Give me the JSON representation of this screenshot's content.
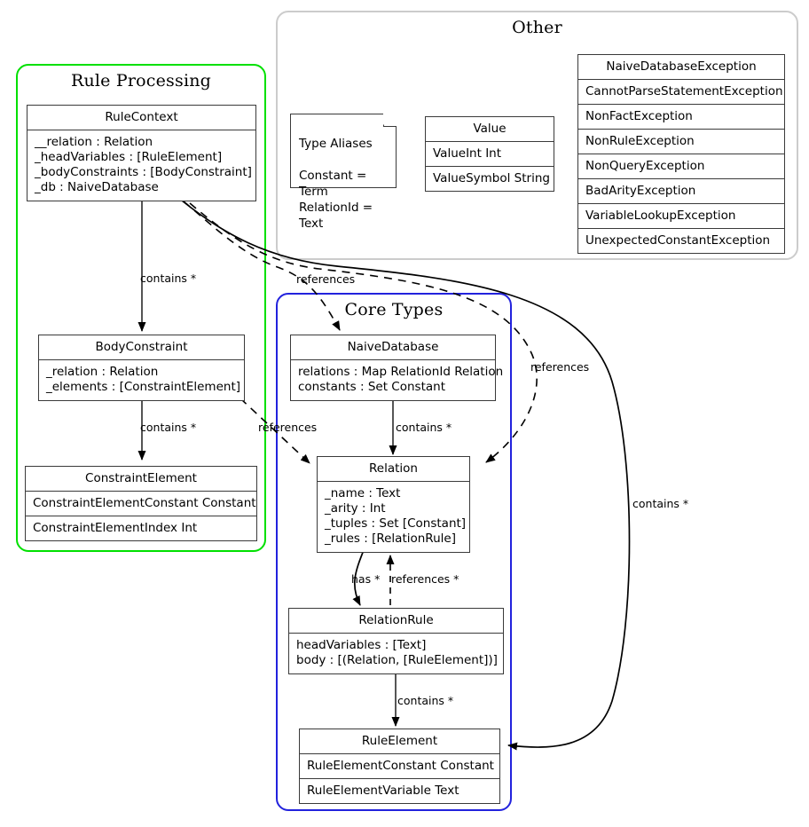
{
  "packages": {
    "rule_processing": {
      "title": "Rule Processing",
      "color": "#00e000"
    },
    "other": {
      "title": "Other",
      "color": "#cccccc"
    },
    "core_types": {
      "title": "Core Types",
      "color": "#2222dd"
    }
  },
  "classes": {
    "rule_context": {
      "name": "RuleContext",
      "attrs": [
        "__relation : Relation",
        "_headVariables : [RuleElement]",
        "_bodyConstraints : [BodyConstraint]",
        "_db : NaiveDatabase"
      ]
    },
    "body_constraint": {
      "name": "BodyConstraint",
      "attrs": [
        "_relation : Relation",
        "_elements : [ConstraintElement]"
      ]
    },
    "constraint_element": {
      "name": "ConstraintElement",
      "rows": [
        "ConstraintElementConstant Constant",
        "ConstraintElementIndex Int"
      ]
    },
    "naive_database": {
      "name": "NaiveDatabase",
      "attrs": [
        "relations : Map RelationId Relation",
        "constants : Set Constant"
      ]
    },
    "relation": {
      "name": "Relation",
      "attrs": [
        "_name : Text",
        "_arity : Int",
        "_tuples : Set [Constant]",
        "_rules : [RelationRule]"
      ]
    },
    "relation_rule": {
      "name": "RelationRule",
      "attrs": [
        "headVariables : [Text]",
        "body : [(Relation, [RuleElement])]"
      ]
    },
    "rule_element": {
      "name": "RuleElement",
      "rows": [
        "RuleElementConstant Constant",
        "RuleElementVariable Text"
      ]
    },
    "value": {
      "name": "Value",
      "rows": [
        "ValueInt Int",
        "ValueSymbol String"
      ]
    },
    "exceptions": {
      "name": "NaiveDatabaseException",
      "rows": [
        "CannotParseStatementException",
        "NonFactException",
        "NonRuleException",
        "NonQueryException",
        "BadArityException",
        "VariableLookupException",
        "UnexpectedConstantException"
      ]
    }
  },
  "notes": {
    "type_aliases": {
      "title": "Type Aliases",
      "body": "Type Aliases\n\nConstant = Term\nRelationId = Text"
    }
  },
  "edges": [
    {
      "id": "rulecontext-bodyconstraint",
      "label": "contains *",
      "style": "solid"
    },
    {
      "id": "rulecontext-relation",
      "label": "references",
      "style": "dashed"
    },
    {
      "id": "rulecontext-ruleelement",
      "label": "contains *",
      "style": "solid"
    },
    {
      "id": "rulecontext-naivedatabase",
      "label": "references",
      "style": "dashed"
    },
    {
      "id": "bodyconstraint-constraintelement",
      "label": "contains *",
      "style": "solid"
    },
    {
      "id": "bodyconstraint-relation",
      "label": "references",
      "style": "dashed"
    },
    {
      "id": "naivedatabase-relation",
      "label": "contains *",
      "style": "solid"
    },
    {
      "id": "relation-relationrule",
      "label": "has *",
      "style": "solid"
    },
    {
      "id": "relationrule-relation",
      "label": "references *",
      "style": "dashed"
    },
    {
      "id": "relationrule-ruleelement",
      "label": "contains *",
      "style": "solid"
    }
  ],
  "edge_labels": {
    "contains_star": "contains *",
    "references": "references",
    "references_star": "references *",
    "has_star": "has *"
  }
}
